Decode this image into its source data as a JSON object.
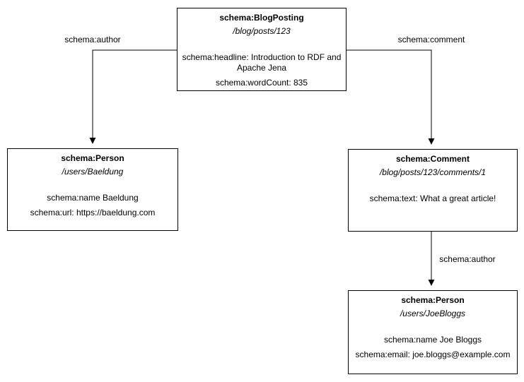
{
  "diagram": {
    "background_color": "#ffffff",
    "stroke_color": "#000000",
    "nodes": {
      "blog_posting": {
        "title": "schema:BlogPosting",
        "uri": "/blog/posts/123",
        "properties": [
          "schema:headline: Introduction to RDF and Apache Jena",
          "schema:wordCount: 835"
        ]
      },
      "author_person": {
        "title": "schema:Person",
        "uri": "/users/Baeldung",
        "properties": [
          "schema:name Baeldung",
          "schema:url: https://baeldung.com"
        ]
      },
      "comment": {
        "title": "schema:Comment",
        "uri": "/blog/posts/123/comments/1",
        "properties": [
          "schema:text: What a great article!"
        ]
      },
      "comment_author_person": {
        "title": "schema:Person",
        "uri": "/users/JoeBloggs",
        "properties": [
          "schema:name Joe Bloggs",
          "schema:email: joe.bloggs@example.com"
        ]
      }
    },
    "edges": [
      {
        "label": "schema:author",
        "from": "blog_posting",
        "to": "author_person"
      },
      {
        "label": "schema:comment",
        "from": "blog_posting",
        "to": "comment"
      },
      {
        "label": "schema:author",
        "from": "comment",
        "to": "comment_author_person"
      }
    ]
  }
}
